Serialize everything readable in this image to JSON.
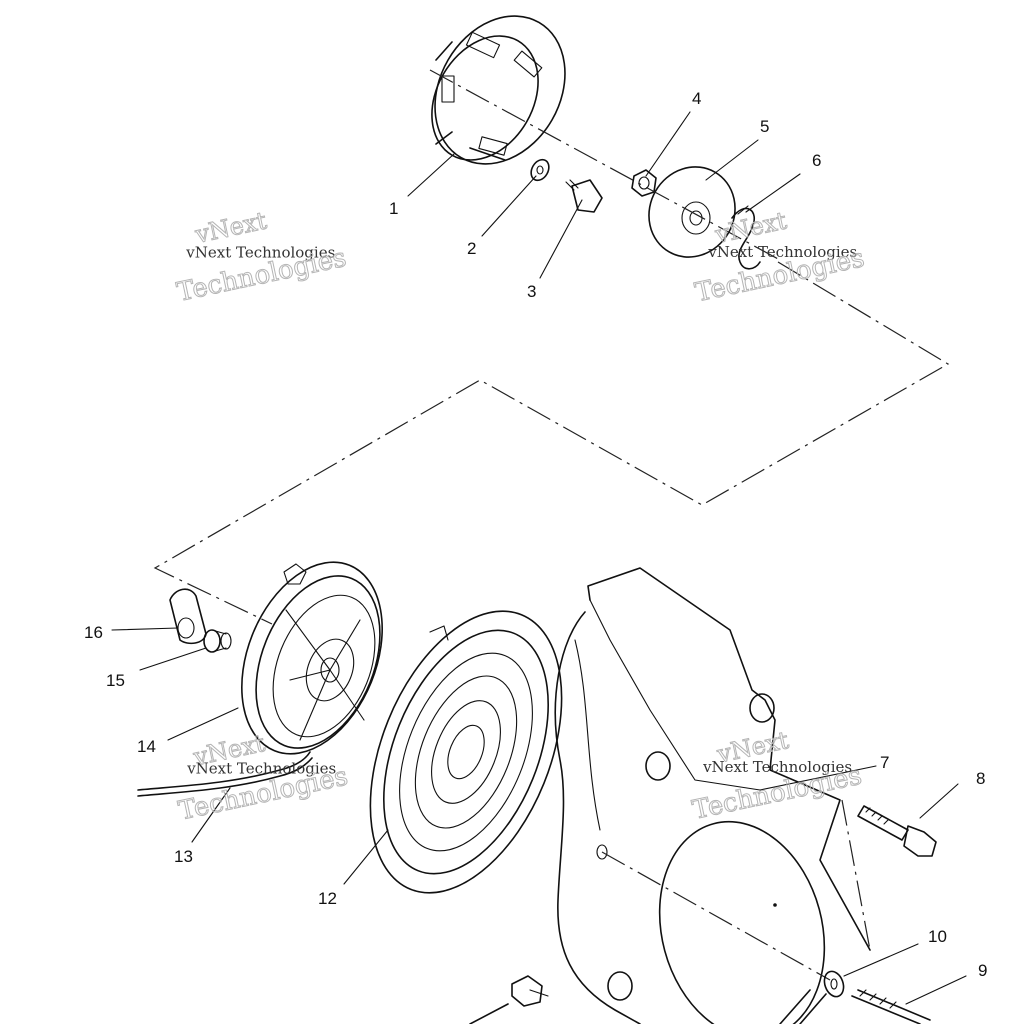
{
  "callouts": [
    {
      "id": "1",
      "text": "1"
    },
    {
      "id": "2",
      "text": "2"
    },
    {
      "id": "3",
      "text": "3"
    },
    {
      "id": "4",
      "text": "4"
    },
    {
      "id": "5",
      "text": "5"
    },
    {
      "id": "6",
      "text": "6"
    },
    {
      "id": "7",
      "text": "7"
    },
    {
      "id": "8",
      "text": "8"
    },
    {
      "id": "9",
      "text": "9"
    },
    {
      "id": "10",
      "text": "10"
    },
    {
      "id": "12",
      "text": "12"
    },
    {
      "id": "13",
      "text": "13"
    },
    {
      "id": "14",
      "text": "14"
    },
    {
      "id": "15",
      "text": "15"
    },
    {
      "id": "16",
      "text": "16"
    }
  ],
  "watermark": {
    "line1": "vNext",
    "line2": "vNext Technologies",
    "line3": "Technologies"
  }
}
